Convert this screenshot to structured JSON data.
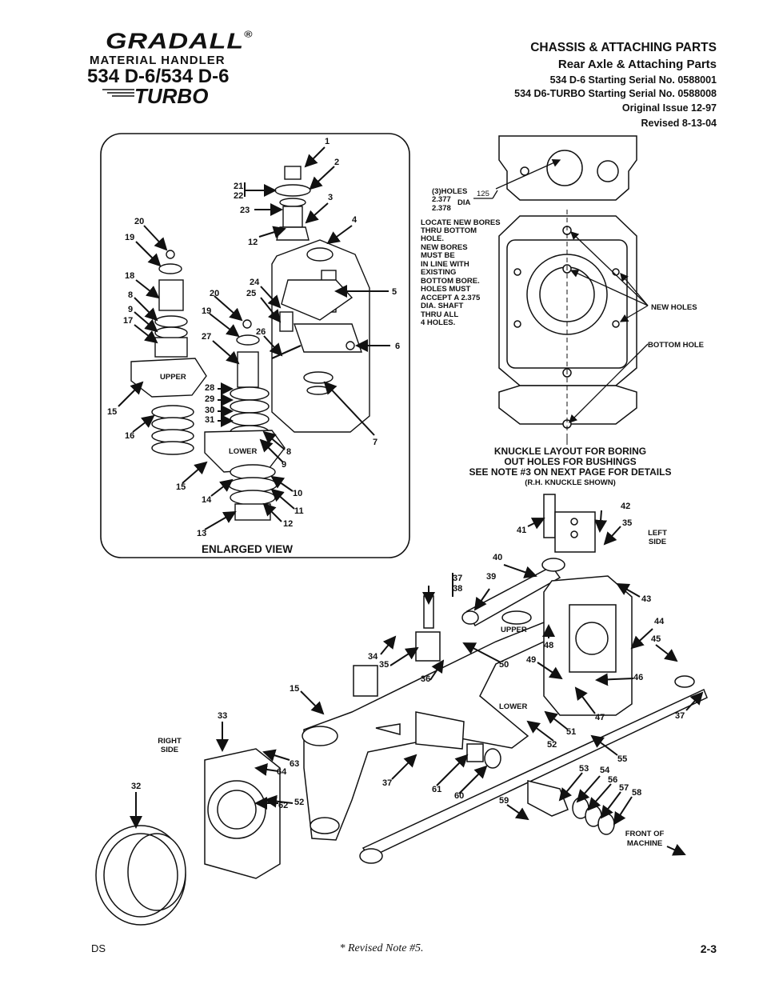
{
  "logo": {
    "brand": "GRADALL",
    "registered": "®",
    "sub": "MATERIAL HANDLER",
    "model": "534 D-6/534 D-6",
    "turbo": "TURBO"
  },
  "header": {
    "section": "CHASSIS & ATTACHING PARTS",
    "title": "Rear Axle & Attaching Parts",
    "serial1": "534 D-6 Starting Serial No. 0588001",
    "serial2": "534 D6-TURBO Starting Serial No.  0588008",
    "issue": "Original Issue  12-97",
    "revised": "Revised 8-13-04"
  },
  "enlarged": {
    "caption": "ENLARGED VIEW",
    "upper": "UPPER",
    "lower": "LOWER"
  },
  "knuckle": {
    "holes_note1": "(3)HOLES",
    "holes_note2": "2.377",
    "holes_note3": "2.378",
    "dia": "DIA",
    "dim125": "125",
    "bore_note": [
      "LOCATE NEW BORES",
      "THRU BOTTOM",
      "HOLE.",
      "NEW BORES",
      "MUST BE",
      "IN LINE WITH",
      "EXISTING",
      "BOTTOM BORE.",
      "HOLES MUST",
      "ACCEPT A 2.375",
      "DIA. SHAFT",
      "THRU ALL",
      "4 HOLES."
    ],
    "new_holes": "NEW HOLES",
    "bottom_hole": "BOTTOM HOLE",
    "caption1": "KNUCKLE LAYOUT FOR BORING",
    "caption2": "OUT HOLES FOR BUSHINGS",
    "caption3": "SEE NOTE #3 ON NEXT PAGE FOR DETAILS",
    "caption4": "(R.H. KNUCKLE SHOWN)"
  },
  "main": {
    "left_side": [
      "LEFT",
      "SIDE"
    ],
    "right_side": [
      "RIGHT",
      "SIDE"
    ],
    "upper": "UPPER",
    "lower": "LOWER",
    "front": [
      "FRONT OF",
      "MACHINE"
    ]
  },
  "callouts": {
    "enlarged": [
      {
        "n": "1"
      },
      {
        "n": "2"
      },
      {
        "n": "21"
      },
      {
        "n": "22"
      },
      {
        "n": "3"
      },
      {
        "n": "23"
      },
      {
        "n": "4"
      },
      {
        "n": "12"
      },
      {
        "n": "20"
      },
      {
        "n": "19"
      },
      {
        "n": "18"
      },
      {
        "n": "8"
      },
      {
        "n": "9"
      },
      {
        "n": "17"
      },
      {
        "n": "24"
      },
      {
        "n": "25"
      },
      {
        "n": "5"
      },
      {
        "n": "20"
      },
      {
        "n": "19"
      },
      {
        "n": "27"
      },
      {
        "n": "26"
      },
      {
        "n": "6"
      },
      {
        "n": "28"
      },
      {
        "n": "29"
      },
      {
        "n": "30"
      },
      {
        "n": "31"
      },
      {
        "n": "15"
      },
      {
        "n": "16"
      },
      {
        "n": "7"
      },
      {
        "n": "8"
      },
      {
        "n": "9"
      },
      {
        "n": "15"
      },
      {
        "n": "14"
      },
      {
        "n": "10"
      },
      {
        "n": "11"
      },
      {
        "n": "12"
      },
      {
        "n": "13"
      }
    ],
    "main": [
      {
        "n": "42"
      },
      {
        "n": "35"
      },
      {
        "n": "41"
      },
      {
        "n": "40"
      },
      {
        "n": "37"
      },
      {
        "n": "38"
      },
      {
        "n": "39"
      },
      {
        "n": "43"
      },
      {
        "n": "44"
      },
      {
        "n": "45"
      },
      {
        "n": "48"
      },
      {
        "n": "34"
      },
      {
        "n": "35"
      },
      {
        "n": "36"
      },
      {
        "n": "50"
      },
      {
        "n": "49"
      },
      {
        "n": "46"
      },
      {
        "n": "15"
      },
      {
        "n": "47"
      },
      {
        "n": "37"
      },
      {
        "n": "33"
      },
      {
        "n": "51"
      },
      {
        "n": "52"
      },
      {
        "n": "55"
      },
      {
        "n": "63"
      },
      {
        "n": "64"
      },
      {
        "n": "37"
      },
      {
        "n": "61"
      },
      {
        "n": "60"
      },
      {
        "n": "53"
      },
      {
        "n": "54"
      },
      {
        "n": "56"
      },
      {
        "n": "57"
      },
      {
        "n": "58"
      },
      {
        "n": "32"
      },
      {
        "n": "62"
      },
      {
        "n": "52"
      },
      {
        "n": "59"
      }
    ]
  },
  "footer": {
    "left": "DS",
    "note": "* Revised Note #5.",
    "page": "2-3"
  }
}
